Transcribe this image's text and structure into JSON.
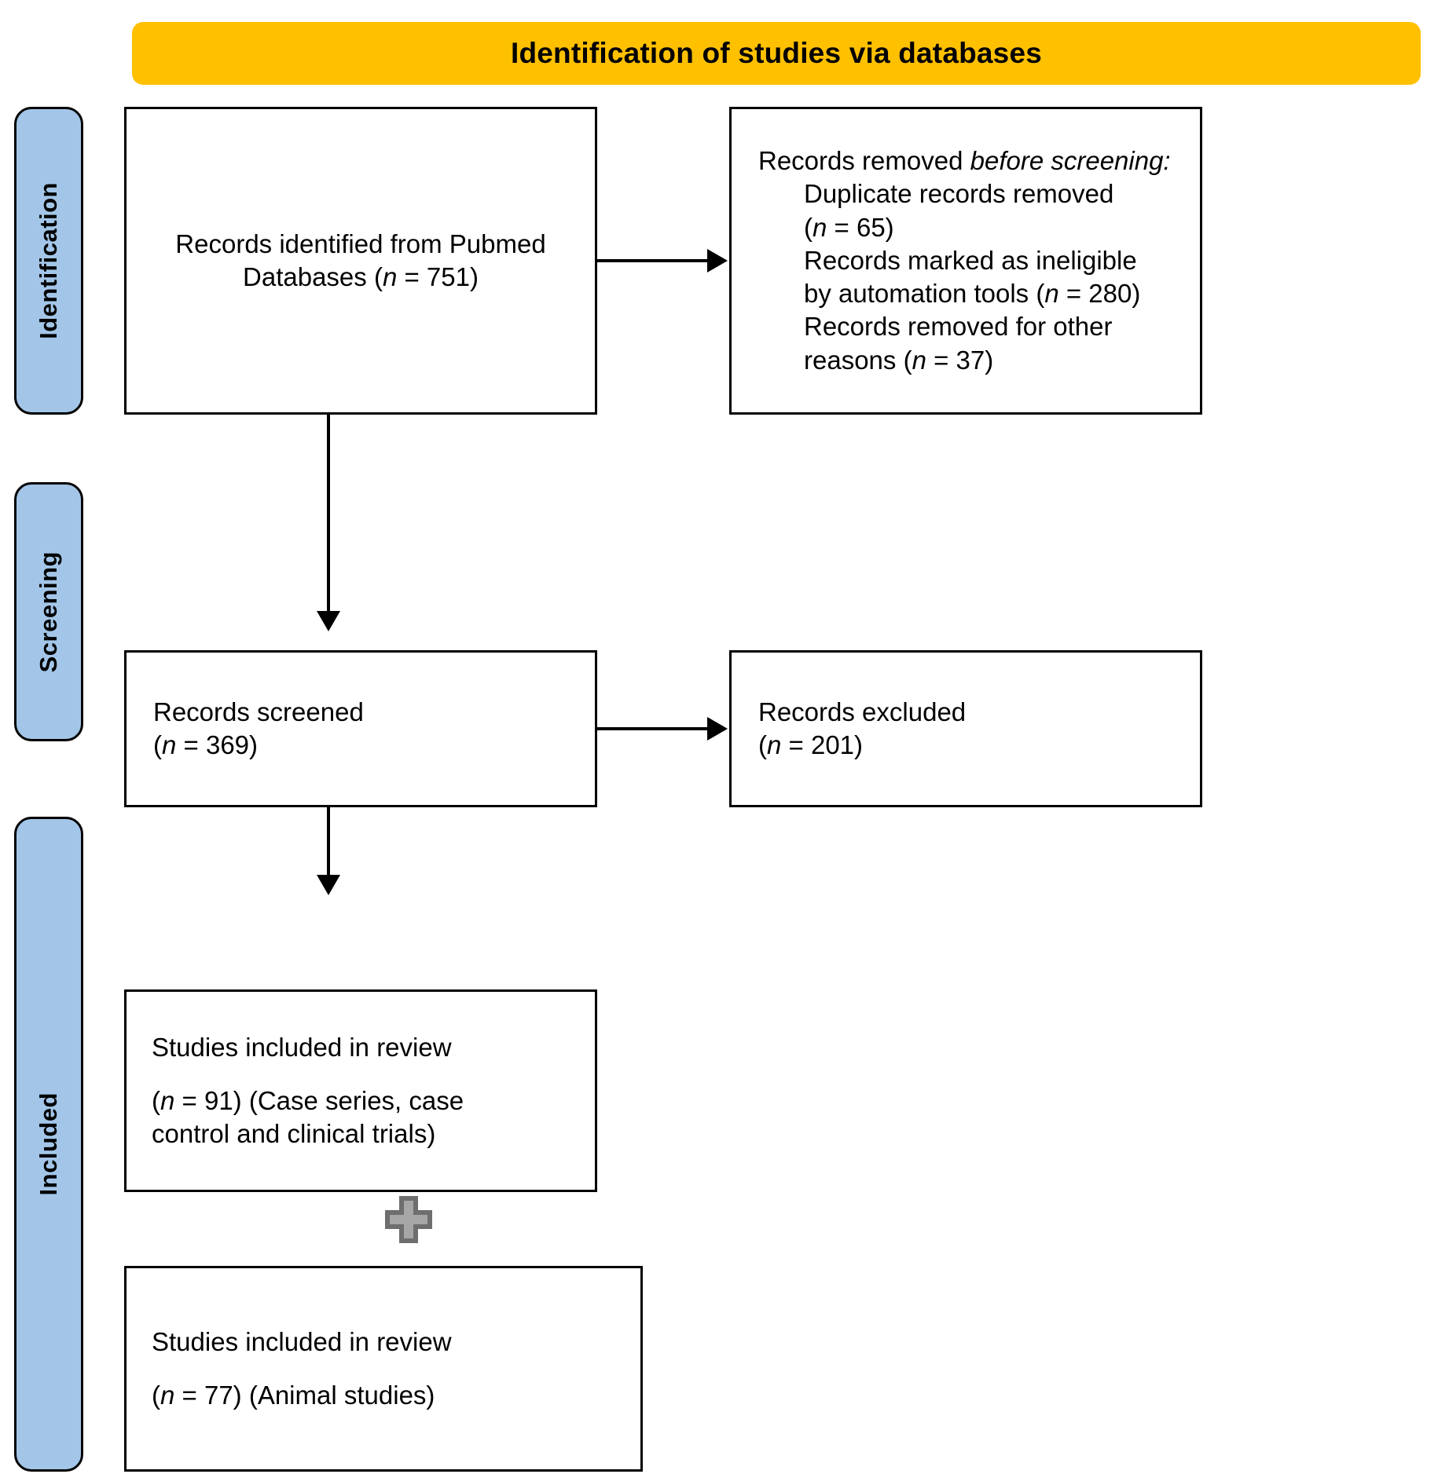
{
  "diagram": {
    "type": "prisma-flow-diagram",
    "header": {
      "title": "Identification of studies via databases"
    },
    "colors": {
      "header_bar": "#FFC000",
      "stage_tab": "#A3C6E8",
      "box_border": "#000000",
      "box_fill": "#FFFFFF",
      "plus_icon": "#A6A6A6"
    },
    "stages": [
      {
        "id": "identification",
        "label": "Identification"
      },
      {
        "id": "screening",
        "label": "Screening"
      },
      {
        "id": "included",
        "label": "Included"
      }
    ],
    "boxes": {
      "identified": {
        "line1": "Records identified from Pubmed",
        "line2_prefix": "Databases (",
        "line2_italic": "n",
        "line2_suffix": " = 751)"
      },
      "removed": {
        "title_plain": "Records removed ",
        "title_italic": "before screening:",
        "item1_text": "Duplicate records removed",
        "item1_prefix": "(",
        "item1_italic": "n",
        "item1_suffix": " = 65)",
        "item2_line1": "Records marked as ineligible",
        "item2_line2_prefix": "by automation tools (",
        "item2_italic": "n",
        "item2_line2_suffix": " = 280)",
        "item3_line1": "Records removed for other",
        "item3_line2_prefix": "reasons (",
        "item3_italic": "n",
        "item3_line2_suffix": " = 37)"
      },
      "screened": {
        "line1": "Records screened",
        "line2_prefix": "(",
        "line2_italic": "n",
        "line2_suffix": " = 369)"
      },
      "excluded": {
        "line1": "Records excluded",
        "line2_prefix": "(",
        "line2_italic": "n",
        "line2_suffix": " = 201)"
      },
      "included_human": {
        "line1": "Studies included in review",
        "line2_prefix": "(",
        "line2_italic": "n",
        "line2_suffix": " = 91) (Case series, case",
        "line3": "control and clinical trials)"
      },
      "included_animal": {
        "line1": "Studies included in review",
        "line2_prefix": "(",
        "line2_italic": "n",
        "line2_suffix": " = 77) (Animal studies)"
      }
    },
    "icons": {
      "plus": "plus-icon"
    },
    "counts": {
      "records_identified": 751,
      "duplicates_removed": 65,
      "ineligible_by_automation": 280,
      "removed_other_reasons": 37,
      "records_screened": 369,
      "records_excluded": 201,
      "included_clinical": 91,
      "included_animal": 77
    }
  }
}
